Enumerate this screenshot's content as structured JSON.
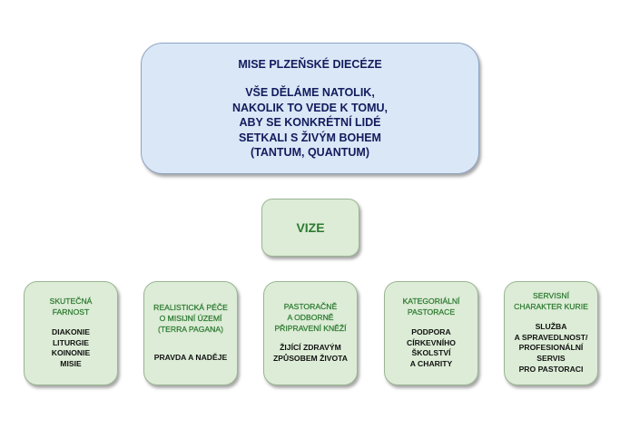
{
  "mission": {
    "title": "MISE PLZEŇSKÉ DIECÉZE",
    "lines": [
      "VŠE DĚLÁME NATOLIK,",
      "NAKOLIK TO VEDE K TOMU,",
      "ABY SE KONKRÉTNÍ LIDÉ",
      "SETKALI S ŽIVÝM BOHEM",
      "(TANTUM, QUANTUM)"
    ]
  },
  "vision": {
    "label": "VIZE"
  },
  "pillars": [
    {
      "title": [
        "SKUTEČNÁ",
        "FARNOST"
      ],
      "body": [
        "DIAKONIE",
        "LITURGIE",
        "KOINONIE",
        "MISIE"
      ]
    },
    {
      "title": [
        "REALISTICKÁ PÉČE",
        "O MISIJNÍ ÚZEMÍ",
        "(TERRA PAGANA)"
      ],
      "body": [
        "PRAVDA A NADĚJE"
      ]
    },
    {
      "title": [
        "PASTORAČNĚ",
        "A ODBORNĚ",
        "PŘIPRAVENÍ KNĚŽÍ"
      ],
      "body": [
        "ŽIJÍCÍ ZDRAVÝM",
        "ZPŮSOBEM ŽIVOTA"
      ]
    },
    {
      "title": [
        "KATEGORIÁLNÍ",
        "PASTORACE"
      ],
      "body": [
        "PODPORA",
        "CÍRKEVNÍHO",
        "ŠKOLSTVÍ",
        "A CHARITY"
      ]
    },
    {
      "title": [
        "SERVISNÍ",
        "CHARAKTER KURIE"
      ],
      "body": [
        "SLUŽBA",
        "A SPRAVEDLNOST/",
        "PROFESIONÁLNÍ",
        "SERVIS",
        "PRO PASTORACI"
      ]
    }
  ],
  "colors": {
    "mission_fill": "#d9e7f7",
    "mission_text": "#141b5c",
    "pillar_fill": "#dcecd6",
    "pillar_title": "#2e7a32"
  }
}
